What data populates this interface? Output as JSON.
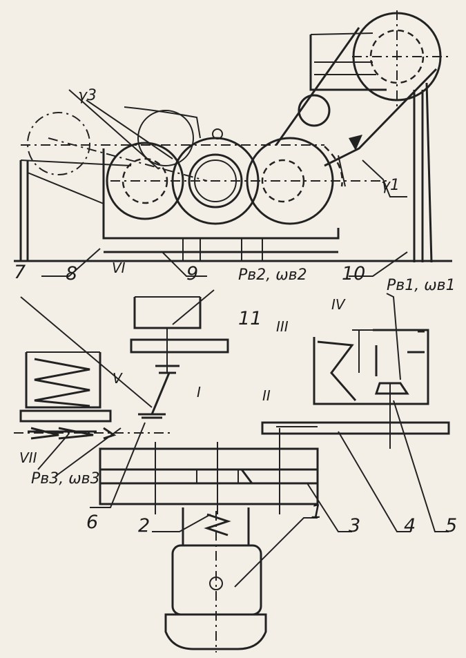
{
  "labels": {
    "gamma3": "γ3",
    "gamma1": "γ1",
    "n1": "1",
    "n2": "2",
    "n3": "3",
    "n4": "4",
    "n5": "5",
    "n6": "6",
    "n7": "7",
    "n8": "8",
    "n9": "9",
    "n10": "10",
    "n11": "11",
    "r1": "I",
    "r2": "II",
    "r3": "III",
    "r4": "IV",
    "r5": "V",
    "r6": "VI",
    "r7": "VII",
    "p_b1": "Pв1, ωв1",
    "p_b2": "Pв2, ωв2",
    "p_b3": "Pв3, ωв3"
  },
  "colors": {
    "ink": "#222222",
    "paper": "#f3efe6"
  }
}
